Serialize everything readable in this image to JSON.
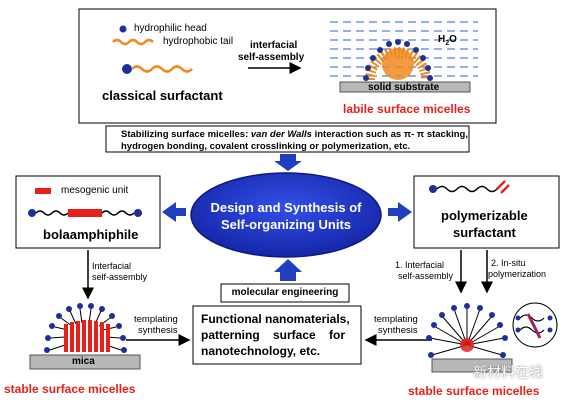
{
  "top_box": {
    "legend_head": "hydrophilic head",
    "legend_tail": "hydrophobic tail",
    "classical_label": "classical surfactant",
    "arrow_label_1": "interfacial",
    "arrow_label_2": "self-assembly",
    "water_label_main": "H",
    "water_label_sub": "2",
    "water_label_end": "O",
    "substrate_label": "solid substrate",
    "caption": "labile surface micelles"
  },
  "stabilize_box": {
    "line1_a": "Stabilizing surface micelles: ",
    "line1_b": "van der Walls",
    "line1_c": " interaction such as π- π stacking,",
    "line2": "hydrogen bonding, covalent crosslinking or polymerization, etc."
  },
  "center_ellipse": {
    "line1": "Design and Synthesis of",
    "line2": "Self-organizing Units"
  },
  "left_box": {
    "legend": "mesogenic unit",
    "label": "bolaamphiphile"
  },
  "right_box": {
    "label_1": "polymerizable",
    "label_2": "surfactant"
  },
  "left_arrow": {
    "line1": "Interfacial",
    "line2": "self-assembly"
  },
  "right_arrows": {
    "a1_line1": "1. Interfacial",
    "a1_line2": "self-assembly",
    "a2_line1": "2. In-situ",
    "a2_line2": "polymerization"
  },
  "engineering": {
    "label": "molecular engineering"
  },
  "functional_box": {
    "line1": "Functional nanomaterials,",
    "line2": "patterning    surface    for",
    "line3": "nanotechnology, etc."
  },
  "templating_left": {
    "line1": "templating",
    "line2": "synthesis"
  },
  "templating_right": {
    "line1": "templating",
    "line2": "synthesis"
  },
  "bottom_left": {
    "substrate_label": "mica",
    "caption": "stable surface micelles"
  },
  "bottom_right": {
    "caption": "stable surface micelles",
    "watermark": "新材料在线"
  },
  "colors": {
    "head": "#1f2f9a",
    "tail": "#f08a20",
    "accent_red": "#e8201a",
    "ellipse": "#1d33c9",
    "arrow": "#1f3fbf",
    "water": "#2f5fd0"
  }
}
